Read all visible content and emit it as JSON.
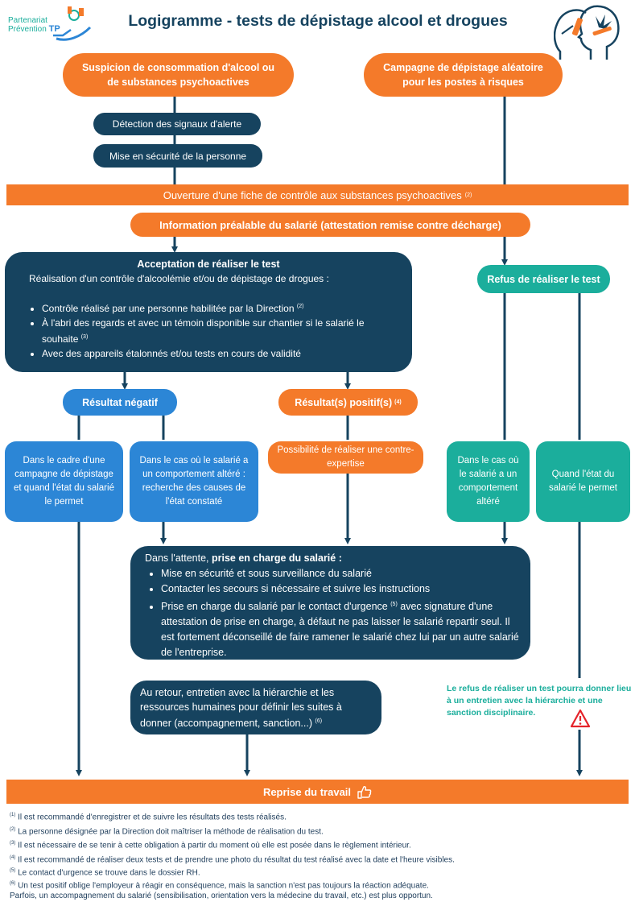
{
  "header": {
    "title": "Logigramme - tests de dépistage alcool et drogues",
    "logo_line1": "Partenariat",
    "logo_line2": "Prévention",
    "logo_tp": "TP"
  },
  "colors": {
    "navy": "#16435f",
    "orange": "#f47a2a",
    "blue": "#2c86d6",
    "teal": "#1bae9c",
    "warning": "#e5232a"
  },
  "start": {
    "suspicion": "Suspicion de consommation d'alcool ou de substances psychoactives",
    "campaign": "Campagne de dépistage aléatoire pour les postes à risques"
  },
  "steps": {
    "detection": "Détection des signaux d'alerte",
    "securite": "Mise en sécurité de la personne",
    "ouverture": "Ouverture d'une fiche de contrôle aux substances psychoactives",
    "ouverture_ref": "(2)",
    "information": "Information préalable du salarié (attestation remise contre décharge)"
  },
  "acceptation": {
    "title": "Acceptation de réaliser le test",
    "intro": "Réalisation d'un contrôle d'alcoolémie et/ou de dépistage de drogues :",
    "bullets": [
      {
        "text": "Contrôle réalisé par une personne habilitée par la Direction",
        "ref": "(2)"
      },
      {
        "text": "À l'abri des regards et avec un témoin disponible sur chantier si le salarié le souhaite",
        "ref": "(3)"
      },
      {
        "text": "Avec des appareils étalonnés et/ou tests en cours de validité",
        "ref": ""
      }
    ]
  },
  "refus": {
    "title": "Refus de réaliser le test"
  },
  "results": {
    "negatif": "Résultat négatif",
    "positif": "Résultat(s) positif(s)",
    "positif_ref": "(4)"
  },
  "cases": {
    "neg_campaign": "Dans le cadre d'une campagne de dépistage et quand l'état du salarié le permet",
    "neg_altered": "Dans le cas où le salarié a un comportement altéré : recherche des causes de l'état constaté",
    "pos_expertise": "Possibilité de réaliser une contre-expertise",
    "refus_altered": "Dans le cas où le salarié a un comportement altéré",
    "refus_ok": "Quand l'état du salarié le permet"
  },
  "prise_en_charge": {
    "intro": "Dans l'attente, ",
    "intro_bold": "prise en charge du salarié :",
    "bullets": [
      {
        "text": "Mise en sécurité et sous surveillance du salarié",
        "ref": "",
        "rest": ""
      },
      {
        "text": "Contacter les secours si nécessaire et suivre les instructions",
        "ref": "",
        "rest": ""
      },
      {
        "text": "Prise en charge du salarié par le contact d'urgence",
        "ref": "(5)",
        "rest": " avec signature d'une attestation de prise en charge, à défaut ne pas laisser le salarié repartir seul. Il est fortement déconseillé de faire ramener le salarié chez lui par un autre salarié de l'entreprise."
      }
    ]
  },
  "retour": {
    "text": "Au retour, entretien avec la hiérarchie et les ressources humaines pour définir les suites à donner (accompagnement, sanction...)",
    "ref": "(6)"
  },
  "note_refus": "Le refus de réaliser un test pourra donner lieu à un entretien avec la hiérarchie et une sanction disciplinaire.",
  "reprise": {
    "label": "Reprise du travail",
    "icon": "thumbs-up-icon"
  },
  "footnotes": [
    {
      "num": "(1)",
      "text": "Il est recommandé d'enregistrer et de suivre les résultats des tests réalisés."
    },
    {
      "num": "(2)",
      "text": "La personne désignée par la Direction doit maîtriser la méthode de réalisation du test."
    },
    {
      "num": "(3)",
      "text": "Il est nécessaire de se tenir à cette obligation à partir du moment où elle est posée dans le règlement intérieur."
    },
    {
      "num": "(4)",
      "text": "Il est recommandé de réaliser deux tests et de prendre une photo du résultat du test réalisé avec la date et l'heure visibles."
    },
    {
      "num": "(5)",
      "text": "Le contact d'urgence se trouve dans le dossier RH."
    },
    {
      "num": "(6)",
      "text": "Un test positif oblige l'employeur à réagir en conséquence, mais la sanction n'est pas toujours la réaction adéquate."
    }
  ],
  "footnote_extra": "Parfois, un accompagnement du salarié (sensibilisation, orientation vers la médecine du travail, etc.) est plus opportun."
}
